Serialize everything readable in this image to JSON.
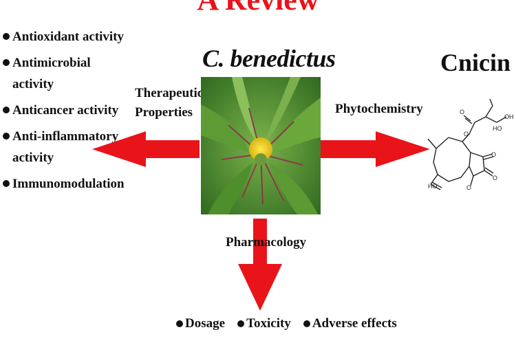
{
  "title": "A Review",
  "plant_name": "C. benedictus",
  "compound_name": "Cnicin",
  "therapeutic": {
    "label_line1": "Therapeutic",
    "label_line2": "Properties",
    "items": [
      "Antioxidant activity",
      "Antimicrobial activity",
      "Anticancer activity",
      "Anti-inflammatory activity",
      "Immunomodulation"
    ]
  },
  "phytochemistry_label": "Phytochemistry",
  "pharmacology": {
    "label": "Pharmacology",
    "items": [
      "Dosage",
      "Toxicity",
      "Adverse effects"
    ]
  },
  "structure_labels": {
    "oh_top": "OH",
    "ho_side": "HO",
    "ho_bottom": "HO"
  },
  "colors": {
    "title": "#e8141a",
    "arrow": "#e8141a",
    "plant_green": "#4d8a2c",
    "flower_yellow": "#f1d21c"
  }
}
